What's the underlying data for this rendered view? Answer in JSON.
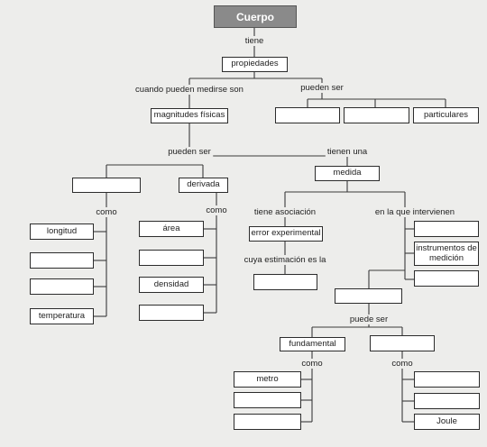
{
  "title": "Cuerpo",
  "links": {
    "tiene": "tiene",
    "cuando_pueden": "cuando pueden medirse son",
    "pueden_ser_top": "pueden ser",
    "pueden_ser_mid": "pueden ser",
    "tienen_una": "tienen una",
    "como_left": "como",
    "como_deriv": "como",
    "tiene_asociacion": "tiene asociación",
    "en_la_que": "en la que intervienen",
    "cuya_estimacion": "cuya estimación es la",
    "puede_ser": "puede ser",
    "como_fund": "como",
    "como_right": "como"
  },
  "nodes": {
    "propiedades": "propiedades",
    "magnitudes": "magnitudes físicas",
    "blank_prop_1": "",
    "blank_prop_2": "",
    "particulares": "particulares",
    "blank_fundamental_kind": "",
    "derivada": "derivada",
    "medida": "medida",
    "longitud": "longitud",
    "blank_fund_2": "",
    "blank_fund_3": "",
    "temperatura": "temperatura",
    "area": "área",
    "blank_deriv_2": "",
    "densidad": "densidad",
    "blank_deriv_4": "",
    "error_experimental": "error experimental",
    "blank_estimacion": "",
    "blank_interv_1": "",
    "instrumentos": "instrumentos de medición",
    "blank_interv_3": "",
    "blank_unidades": "",
    "fundamental": "fundamental",
    "blank_derived_unit": "",
    "metro": "metro",
    "blank_metro_2": "",
    "blank_metro_3": "",
    "blank_joule_1": "",
    "blank_joule_2": "",
    "joule": "Joule"
  }
}
